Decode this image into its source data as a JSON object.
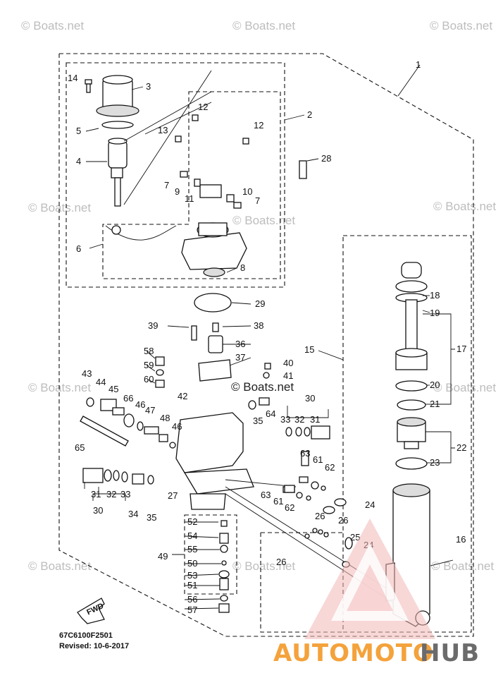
{
  "watermark": "© Boats.net",
  "center_watermark": "© Boats.net",
  "diagram_code": "67C6100F2501",
  "revised": "Revised: 10-6-2017",
  "fwd_label": "FWD",
  "brand_left": "AUTOMOTO",
  "brand_right": "HUB",
  "callouts": [
    "1",
    "2",
    "3",
    "4",
    "5",
    "6",
    "7",
    "7",
    "8",
    "9",
    "10",
    "11",
    "12",
    "12",
    "13",
    "14",
    "15",
    "16",
    "17",
    "18",
    "19",
    "20",
    "21",
    "22",
    "23",
    "24",
    "24",
    "25",
    "26",
    "26",
    "26",
    "27",
    "28",
    "29",
    "30",
    "30",
    "31",
    "31",
    "32",
    "32",
    "33",
    "33",
    "34",
    "35",
    "35",
    "36",
    "37",
    "38",
    "39",
    "40",
    "41",
    "42",
    "43",
    "44",
    "45",
    "46",
    "46",
    "47",
    "48",
    "49",
    "50",
    "51",
    "52",
    "53",
    "54",
    "55",
    "56",
    "57",
    "58",
    "59",
    "60",
    "61",
    "61",
    "62",
    "62",
    "63",
    "63",
    "64",
    "65",
    "66"
  ]
}
